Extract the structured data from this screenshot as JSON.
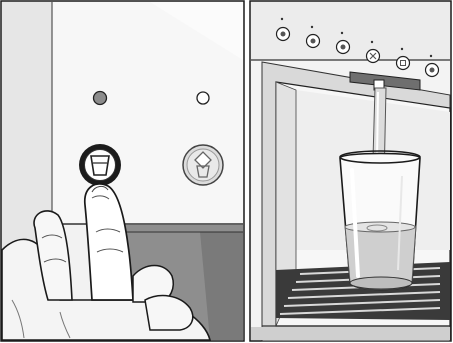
{
  "figure": {
    "panels": [
      {
        "id": "left",
        "description_name": "control-panel",
        "indicator_lights": [
          {
            "name": "indicator-light-water",
            "state": "on"
          },
          {
            "name": "indicator-light-ice",
            "state": "off"
          }
        ],
        "buttons": [
          {
            "name": "water-dispense-button",
            "icon": "cup-icon",
            "pressed": true
          },
          {
            "name": "ice-dispense-button",
            "icon": "ice-cube-icon",
            "pressed": false
          }
        ]
      },
      {
        "id": "right",
        "description_name": "dispenser-niche",
        "top_buttons_count": 6,
        "glass_fill_fraction": 0.45,
        "drip_tray_slats": 6
      }
    ],
    "colors": {
      "background": "#ffffff",
      "panel_light": "#f1f1f1",
      "panel_mid": "#e0e0e0",
      "panel_dark": "#8e8e8e",
      "outline": "#1a1a1a",
      "water": "#d0d0d0"
    }
  }
}
